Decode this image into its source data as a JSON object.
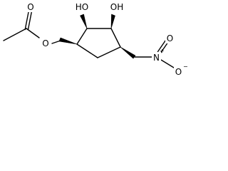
{
  "structure": {
    "atoms": {
      "ho_top_left": "HO",
      "oh_top_right": "OH",
      "ester_carbonyl_o": "O",
      "ester_o": "O",
      "nitro_n": "N",
      "nitro_n_charge": "+",
      "nitro_o_upper": "O",
      "nitro_o_lower": "O",
      "nitro_o_charge": "−"
    }
  }
}
